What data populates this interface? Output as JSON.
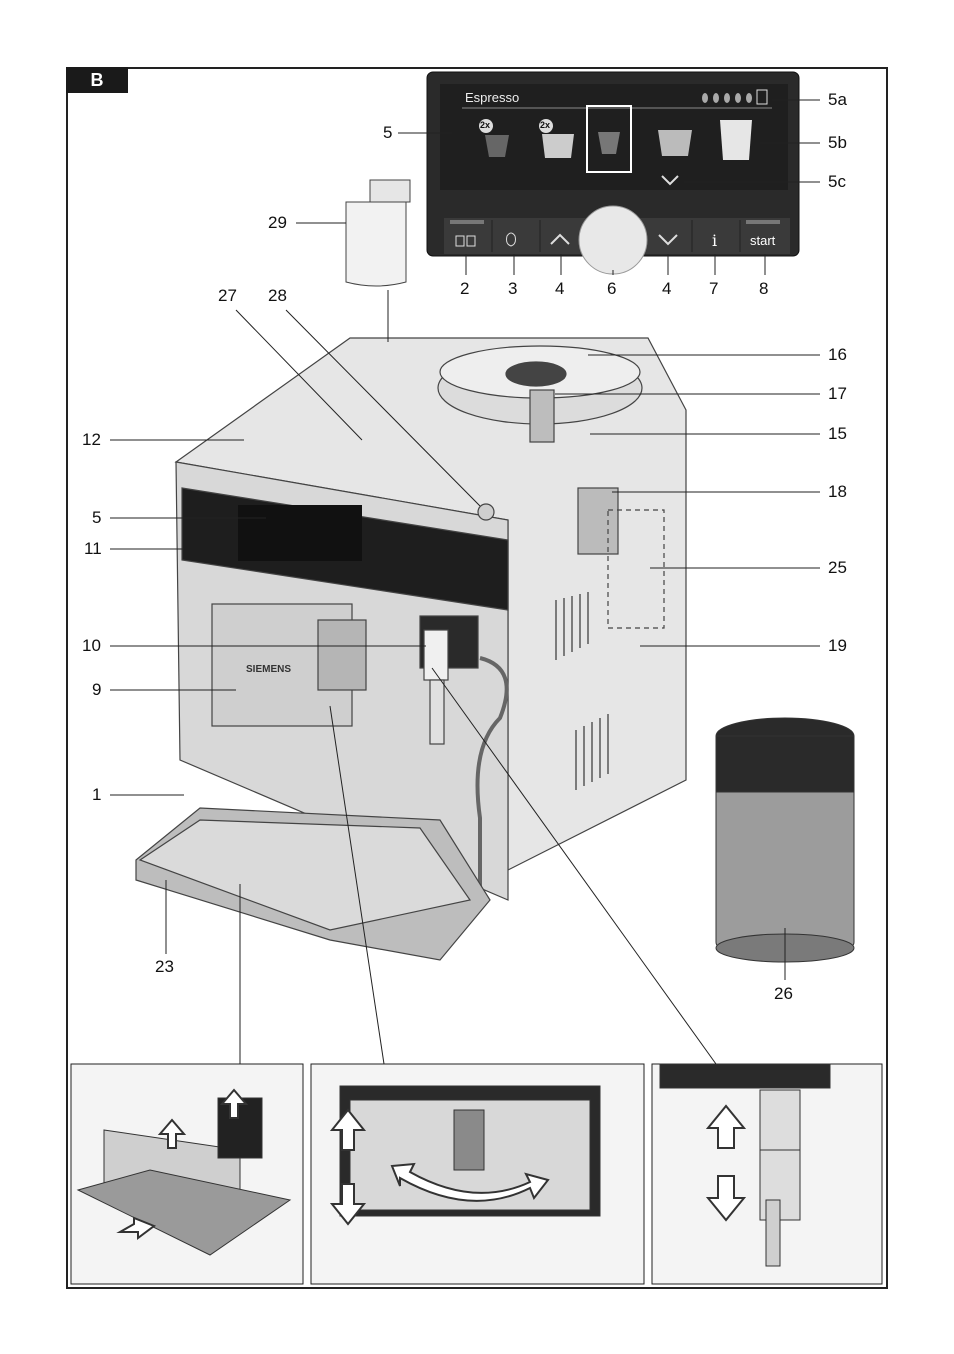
{
  "figure": {
    "tag": "B"
  },
  "display": {
    "title": "Espresso",
    "badge_2x": "2x",
    "button_start": "start",
    "button_info": "i",
    "brand": "SIEMENS"
  },
  "labels": {
    "l5a": "5a",
    "l5b": "5b",
    "l5c": "5c",
    "l5_top": "5",
    "l29": "29",
    "l2": "2",
    "l3": "3",
    "l4a": "4",
    "l6": "6",
    "l4b": "4",
    "l7": "7",
    "l8": "8",
    "l27": "27",
    "l28": "28",
    "l16": "16",
    "l17": "17",
    "l15": "15",
    "l12": "12",
    "l18": "18",
    "l5_side": "5",
    "l11": "11",
    "l25": "25",
    "l10": "10",
    "l19": "19",
    "l9": "9",
    "l1": "1",
    "l23": "23",
    "l26": "26"
  },
  "colors": {
    "outline": "#222222",
    "display_bg": "#2a2a2a",
    "button_bg": "#3a3a3a",
    "steel": "#cfcfcf",
    "dark": "#1c1c1c"
  }
}
